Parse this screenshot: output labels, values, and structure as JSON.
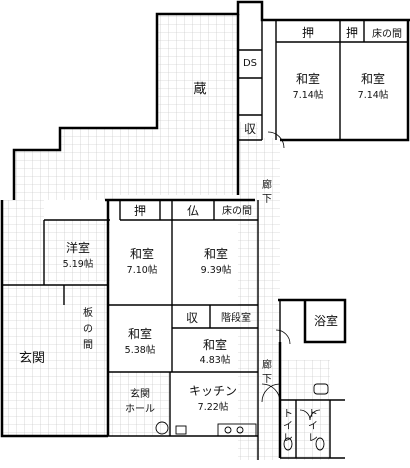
{
  "rooms": {
    "kura": "蔵",
    "ds": "DS",
    "shu_storage": "収",
    "oshi_top1": "押",
    "oshi_top2": "押",
    "tokonoma_top": "床の間",
    "washitsu_ne1": {
      "name": "和室",
      "size": "7.14帖"
    },
    "washitsu_ne2": {
      "name": "和室",
      "size": "7.14帖"
    },
    "rouka_upper": [
      "廊",
      "下"
    ],
    "oshi_mid": "押",
    "butsu": "仏",
    "tokonoma_mid": "床の間",
    "youshitsu": {
      "name": "洋室",
      "size": "5.19帖"
    },
    "washitsu_c1": {
      "name": "和室",
      "size": "7.10帖"
    },
    "washitsu_c2": {
      "name": "和室",
      "size": "9.39帖"
    },
    "ita_no_ma": [
      "板",
      "の",
      "間"
    ],
    "washitsu_s1": {
      "name": "和室",
      "size": "5.38帖"
    },
    "shu_small": "収",
    "kaidanshitsu": "階段室",
    "washitsu_s2": {
      "name": "和室",
      "size": "4.83帖"
    },
    "yokushitsu": "浴室",
    "rouka_lower": [
      "廊",
      "下"
    ],
    "genkan": "玄関",
    "genkan_hall": [
      "玄関",
      "ホール"
    ],
    "kitchen": {
      "name": "キッチン",
      "size": "7.22帖"
    },
    "toilet1": [
      "ト",
      "イ",
      "レ"
    ],
    "toilet2": [
      "ト",
      "イ",
      "レ"
    ]
  },
  "colors": {
    "wall": "#000000",
    "grid": "#b9b9b9",
    "background": "#ffffff"
  }
}
